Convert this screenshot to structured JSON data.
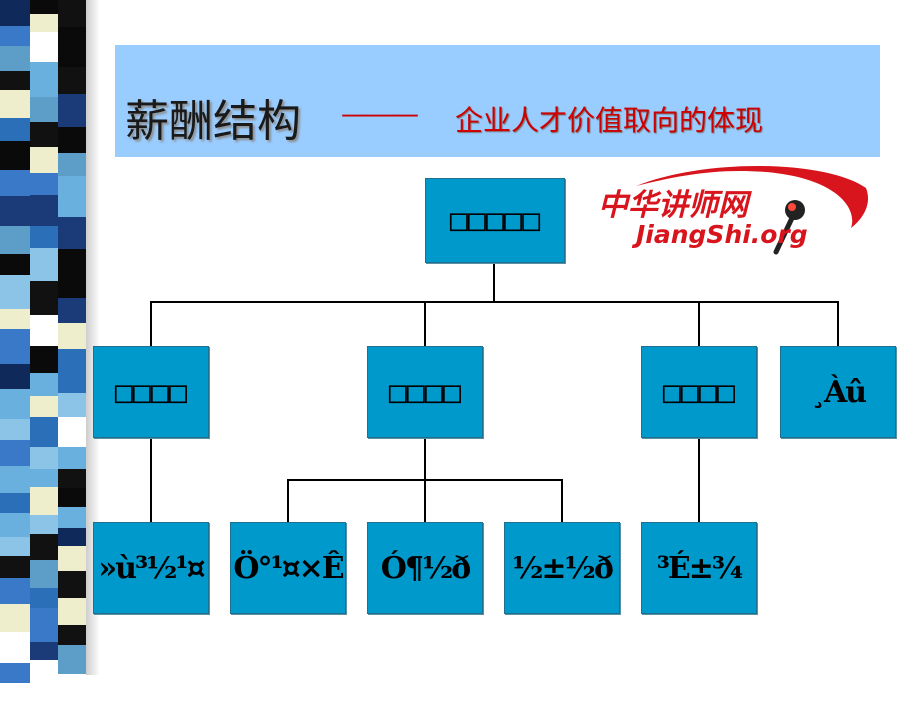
{
  "slide": {
    "title_main": "薪酬结构",
    "title_dash": "———",
    "title_sub": "企业人才价值取向的体现"
  },
  "logo": {
    "chinese": "中华讲师网",
    "english": "JiangShi.org",
    "colors": {
      "brand_red": "#d8141d"
    }
  },
  "org_chart": {
    "root": "□□□□□",
    "level1": [
      "□□□□",
      "□□□□",
      "□□□□",
      "¸Àû"
    ],
    "level2": [
      "»ù³½¹¤",
      "Ö°¹¤×Ê",
      "Ó¶½ð",
      "½±½ð",
      "³É±¾"
    ]
  },
  "colors": {
    "banner": "#99ccff",
    "box_fill": "#0099cc",
    "title_red": "#cc0000"
  }
}
